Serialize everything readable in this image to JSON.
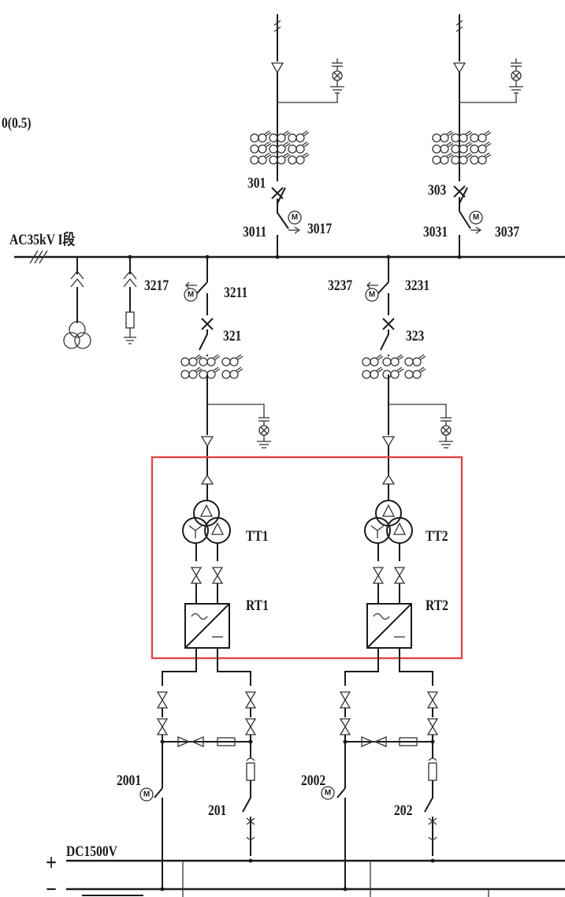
{
  "labels": {
    "rating_fragment": "0(0.5)",
    "bus_ac": "AC35kV I段",
    "bus_dc": "DC1500V",
    "dc_plus": "+",
    "dc_minus": "−",
    "sw_301": "301",
    "sw_3011": "3011",
    "sw_3017": "3017",
    "sw_303": "303",
    "sw_3031": "3031",
    "sw_3037": "3037",
    "sw_3217": "3217",
    "sw_3211": "3211",
    "sw_321": "321",
    "sw_3237": "3237",
    "sw_3231": "3231",
    "sw_323": "323",
    "tt1": "TT1",
    "tt2": "TT2",
    "rt1": "RT1",
    "rt2": "RT2",
    "sw_2001": "2001",
    "sw_201": "201",
    "sw_2002": "2002",
    "sw_202": "202",
    "motor_symbol": "M"
  },
  "colors": {
    "line": "#1a1a1a",
    "highlight_box": "#e04646",
    "background": "#ffffff"
  }
}
